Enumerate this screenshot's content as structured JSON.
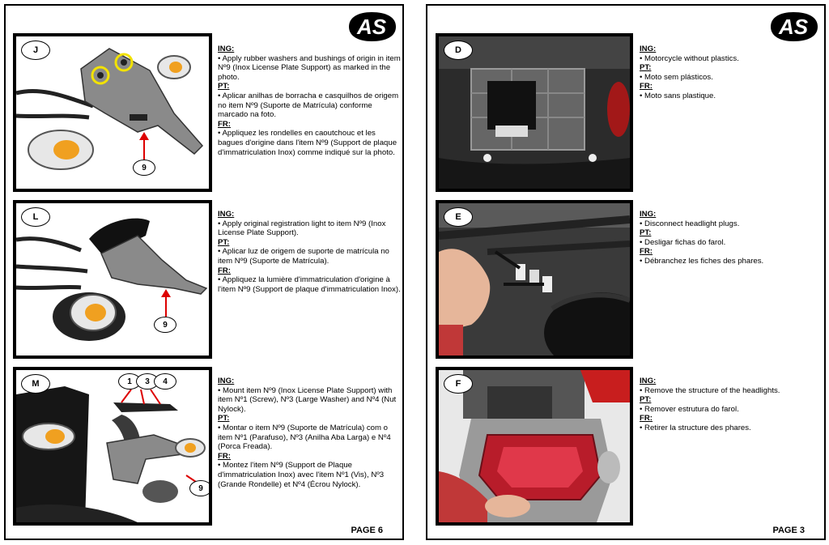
{
  "pages": [
    {
      "page_label": "PAGE 6",
      "logo": "AS",
      "steps": [
        {
          "label": "J",
          "callouts": [
            "9"
          ],
          "ing_label": "ING:",
          "ing": "• Apply rubber washers and bushings of origin in item Nº9 (Inox License  Plate Support) as marked in the photo.",
          "pt_label": "PT:",
          "pt": "• Aplicar anilhas de borracha e casquilhos de origem no item Nº9 (Suporte de Matrícula) conforme marcado na foto.",
          "fr_label": "FR:",
          "fr": "• Appliquez les rondelles en caoutchouc et les bagues d'origine dans l'item Nº9 (Support de plaque d'immatriculation Inox) comme indiqué sur la photo."
        },
        {
          "label": "L",
          "callouts": [
            "9"
          ],
          "ing_label": "ING:",
          "ing": "• Apply original registration light to item Nº9 (Inox License  Plate Support).",
          "pt_label": "PT:",
          "pt": "• Aplicar luz de origem de suporte de matrícula no item Nº9 (Suporte de Matrícula).",
          "fr_label": "FR:",
          "fr": "• Appliquez la lumière d'immatriculation d'origine à l'item Nº9 (Support de plaque d'immatriculation Inox)."
        },
        {
          "label": "M",
          "callouts": [
            "1",
            "3",
            "4",
            "9"
          ],
          "ing_label": "ING:",
          "ing": "• Mount item Nº9 (Inox License Plate Support) with item Nº1 (Screw), Nº3 (Large Washer) and Nº4 (Nut Nylock).",
          "pt_label": "PT:",
          "pt": "• Montar o item Nº9 (Suporte de Matrícula) com o item Nº1 (Parafuso), Nº3 (Anilha Aba Larga) e Nº4 (Porca Freada).",
          "fr_label": "FR:",
          "fr": "• Montez l'item Nº9 (Support de Plaque d'immatriculation Inox) avec l'item Nº1 (Vis), Nº3 (Grande Rondelle) et Nº4 (Écrou Nylock)."
        }
      ]
    },
    {
      "page_label": "PAGE 3",
      "logo": "AS",
      "steps": [
        {
          "label": "D",
          "ing_label": "ING:",
          "ing": "• Motorcycle without plastics.",
          "pt_label": "PT:",
          "pt": "• Moto sem plásticos.",
          "fr_label": "FR:",
          "fr": "• Moto sans plastique."
        },
        {
          "label": "E",
          "ing_label": "ING:",
          "ing": "• Disconnect headlight plugs.",
          "pt_label": "PT:",
          "pt": "• Desligar fichas do farol.",
          "fr_label": "FR:",
          "fr": "• Débranchez les fiches des phares."
        },
        {
          "label": "F",
          "ing_label": "ING:",
          "ing": "• Remove the structure of the headlights.",
          "pt_label": "PT:",
          "pt": "• Remover estrutura do farol.",
          "fr_label": "FR:",
          "fr": "• Retirer la structure des phares."
        }
      ]
    }
  ]
}
